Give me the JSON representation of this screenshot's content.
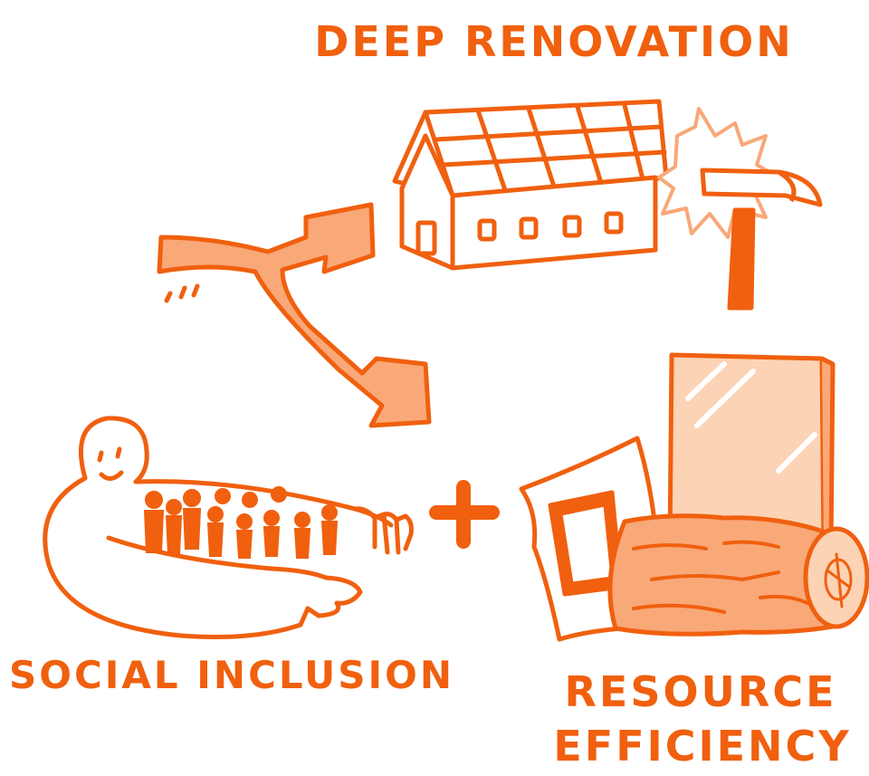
{
  "colors": {
    "primary": "#f0600f",
    "light": "#f9a878",
    "pale": "#fcd3b4",
    "background": "#ffffff"
  },
  "labels": {
    "deep_renovation": "DEEP RENOVATION",
    "social_inclusion": "SOCIAL INCLUSION",
    "resource_line1": "RESOURCE",
    "resource_line2": "EFFICIENCY"
  },
  "icons": {
    "house": "house-icon",
    "hammer": "hammer-icon",
    "spark": "spark-icon",
    "split_arrow": "split-arrow-icon",
    "hug": "hug-icon",
    "people": "people-group-icon",
    "plus": "plus-icon",
    "pillow": "pillow-icon",
    "mirror": "mirror-icon",
    "log": "log-icon"
  }
}
